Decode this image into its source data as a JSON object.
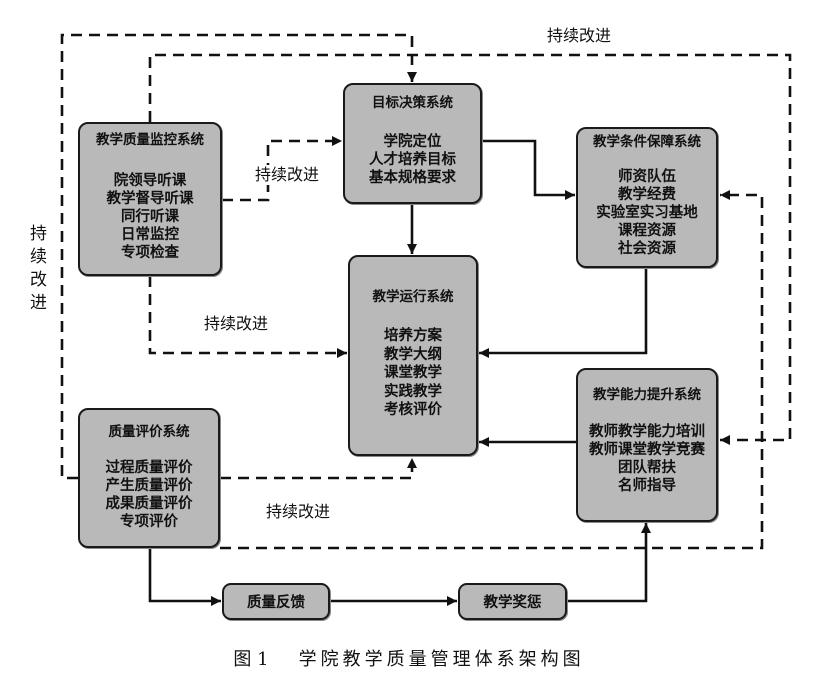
{
  "colors": {
    "background": "#ffffff",
    "box_fill": "#b9b9b9",
    "line": "#111111"
  },
  "monitor": {
    "title": "教学质量监控系统",
    "items": [
      "院领导听课",
      "教学督导听课",
      "同行听课",
      "日常监控",
      "专项检查"
    ]
  },
  "goal": {
    "title": "目标决策系统",
    "items": [
      "学院定位",
      "人才培养目标",
      "基本规格要求"
    ]
  },
  "condition": {
    "title": "教学条件保障系统",
    "items": [
      "师资队伍",
      "教学经费",
      "实验室实习基地",
      "课程资源",
      "社会资源"
    ]
  },
  "operation": {
    "title": "教学运行系统",
    "items": [
      "培养方案",
      "教学大纲",
      "课堂教学",
      "实践教学",
      "考核评价"
    ]
  },
  "evaluation": {
    "title": "质量评价系统",
    "items": [
      "过程质量评价",
      "产生质量评价",
      "成果质量评价",
      "专项评价"
    ]
  },
  "ability": {
    "title": "教学能力提升系统",
    "items": [
      "教师教学能力培训",
      "教师课堂教学竞赛",
      "团队帮扶",
      "名师指导"
    ]
  },
  "feedback": {
    "label": "质量反馈"
  },
  "reward": {
    "label": "教学奖惩"
  },
  "improvement_labels": {
    "top": "持续改进",
    "monitor_to_goal": "持续改进",
    "monitor_to_operation": "持续改进",
    "evaluation_to_operation": "持续改进",
    "left_loop": "持续改进"
  },
  "caption": {
    "number": "图 1",
    "title": "学院教学质量管理体系架构图"
  }
}
